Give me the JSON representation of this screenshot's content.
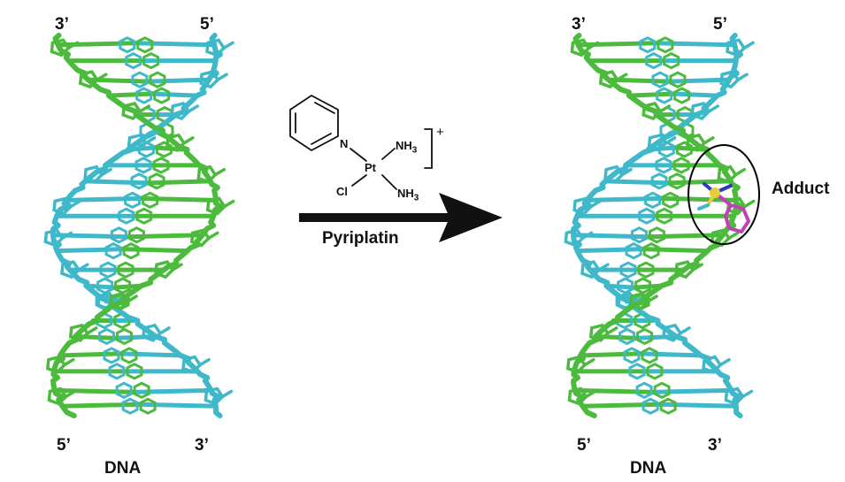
{
  "left_helix": {
    "top_left_end": "3’",
    "top_right_end": "5’",
    "bottom_left_end": "5’",
    "bottom_right_end": "3’",
    "caption": "DNA"
  },
  "right_helix": {
    "top_left_end": "3’",
    "top_right_end": "5’",
    "bottom_left_end": "5’",
    "bottom_right_end": "3’",
    "caption": "DNA",
    "adduct_label": "Adduct"
  },
  "reaction": {
    "reagent_name": "Pyriplatin",
    "charge": "+",
    "atoms": {
      "n": "N",
      "pt": "Pt",
      "cl": "Cl",
      "nh3": "NH",
      "sub3": "3"
    }
  },
  "colors": {
    "strand_cyan": "#3fb8c9",
    "strand_green": "#4cbb3d",
    "adduct_pt": "#e6cf3a",
    "adduct_n": "#2c3bbf",
    "adduct_ring": "#c040b8",
    "arrow": "#111111"
  }
}
